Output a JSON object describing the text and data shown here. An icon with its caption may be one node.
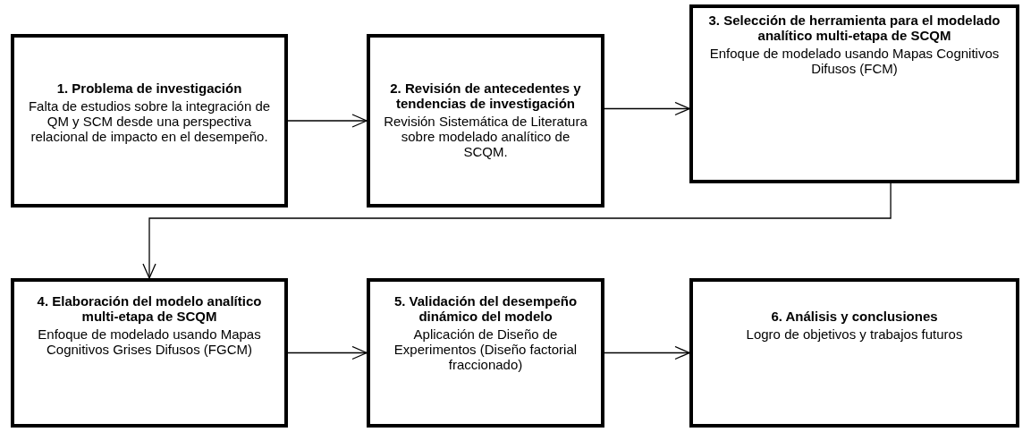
{
  "diagram": {
    "nodes": [
      {
        "text": [
          "1. Problema de investigación",
          "Falta de estudios sobre la integración de QM y SCM desde una perspectiva relacional de impacto en el desempeño."
        ]
      },
      {
        "text": [
          "2. Revisión de antecedentes y tendencias de investigación",
          "Revisión Sistemática de Literatura sobre modelado analítico de SCQM."
        ]
      },
      {
        "text": [
          "3. Selección de herramienta para el modelado analítico multi-etapa de SCQM",
          "Enfoque de modelado usando Mapas Cognitivos Difusos (FCM)"
        ]
      },
      {
        "text": [
          "4. Elaboración del modelo analítico multi-etapa de SCQM",
          "Enfoque de modelado usando Mapas Cognitivos Grises Difusos (FGCM)"
        ]
      },
      {
        "text": [
          "5. Validación del desempeño dinámico del modelo",
          "Aplicación de Diseño de Experimentos (Diseño factorial fraccionado)"
        ]
      },
      {
        "text": [
          "6. Análisis y conclusiones",
          "Logro de objetivos y trabajos futuros"
        ]
      }
    ],
    "edges": [
      {
        "from": 0,
        "to": 1,
        "arrow": "to"
      },
      {
        "from": 1,
        "to": 2,
        "arrow": "to"
      },
      {
        "from": 2,
        "to": 3,
        "arrow": "to"
      },
      {
        "from": 3,
        "to": 4,
        "arrow": "to"
      },
      {
        "from": 4,
        "to": 5,
        "arrow": "to"
      }
    ]
  }
}
